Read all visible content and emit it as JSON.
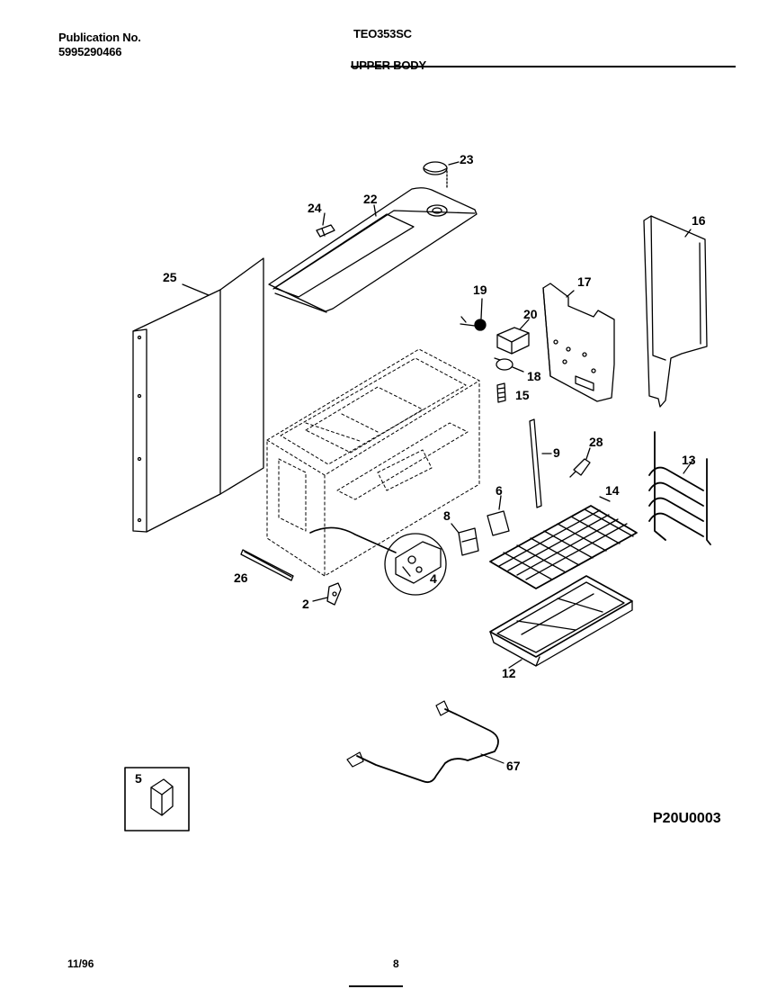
{
  "header": {
    "publication_label": "Publication No.",
    "publication_number": "5995290466",
    "model": "TEO353SC",
    "section_title": "UPPER BODY"
  },
  "callouts": {
    "c2": "2",
    "c4": "4",
    "c5": "5",
    "c6": "6",
    "c8": "8",
    "c9": "9",
    "c12": "12",
    "c13": "13",
    "c14": "14",
    "c15": "15",
    "c16": "16",
    "c17": "17",
    "c18": "18",
    "c19": "19",
    "c20": "20",
    "c22": "22",
    "c23": "23",
    "c24": "24",
    "c25": "25",
    "c26": "26",
    "c28": "28",
    "c67": "67"
  },
  "figure_code": "P20U0003",
  "footer": {
    "date": "11/96",
    "page": "8"
  }
}
